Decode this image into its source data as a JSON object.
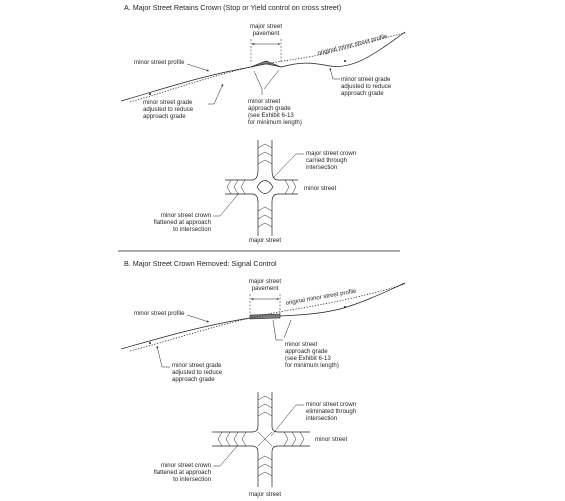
{
  "sectionA": {
    "title": "A.  Major Street Retains Crown (Stop or Yield control on cross street)",
    "major_pavement": [
      "major street",
      "pavement"
    ],
    "original_profile": "original minor street profile",
    "minor_profile": "minor street profile",
    "grade_left": [
      "minor street grade",
      "adjusted to reduce",
      "approach grade"
    ],
    "grade_right": [
      "minor street grade",
      "adjusted to reduce",
      "approach grade"
    ],
    "approach_grade": [
      "minor street",
      "approach grade",
      "(see Exhibit 6-13",
      "for minimum length)"
    ],
    "crown_note": [
      "major street crown",
      "carried through",
      "intersection"
    ],
    "minor_street": "minor street",
    "flattened_note": [
      "minor street crown",
      "flattened at approach",
      "to intersection"
    ],
    "major_street": "major street"
  },
  "sectionB": {
    "title": "B.  Major Street Crown Removed:  Signal Control",
    "major_pavement": [
      "major street",
      "pavement"
    ],
    "original_profile": "original minor street profile",
    "minor_profile": "minor street profile",
    "grade_left": [
      "minor street grade",
      "adjusted to reduce",
      "approach grade"
    ],
    "approach_grade": [
      "minor street",
      "approach grade",
      "(see Exhibit 6-13",
      "for minimum length)"
    ],
    "crown_note": [
      "minor street crown",
      "eliminated through",
      "intersection"
    ],
    "minor_street": "minor street",
    "flattened_note": [
      "minor street crown",
      "flattened at approach",
      "to intersection"
    ],
    "major_street": "major street"
  },
  "colors": {
    "line": "#231f20",
    "pavement_fill": "#7a7a7a",
    "background": "#ffffff"
  }
}
